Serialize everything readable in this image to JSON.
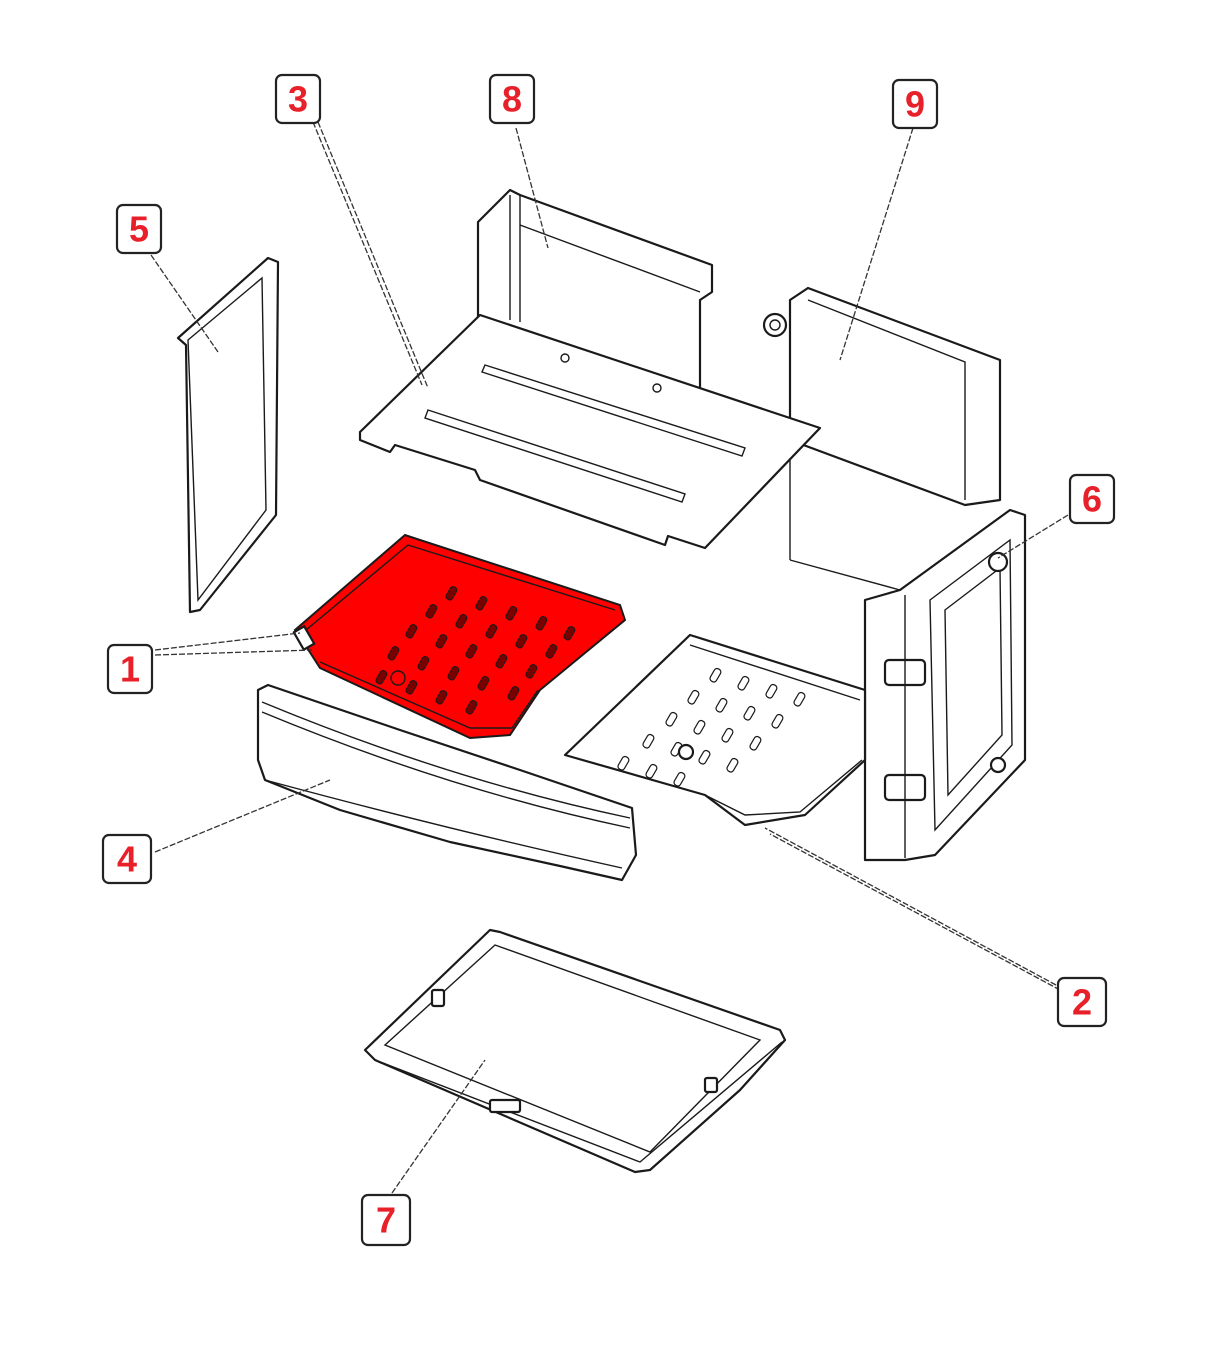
{
  "callouts": [
    {
      "id": "1",
      "text": "1"
    },
    {
      "id": "2",
      "text": "2"
    },
    {
      "id": "3",
      "text": "3"
    },
    {
      "id": "4",
      "text": "4"
    },
    {
      "id": "5",
      "text": "5"
    },
    {
      "id": "6",
      "text": "6"
    },
    {
      "id": "7",
      "text": "7"
    },
    {
      "id": "8",
      "text": "8"
    },
    {
      "id": "9",
      "text": "9"
    }
  ],
  "colors": {
    "highlight_part": "#ff0000",
    "callout_text": "#e8202a",
    "line": "#1a1a1a"
  },
  "highlighted_callout": "1"
}
